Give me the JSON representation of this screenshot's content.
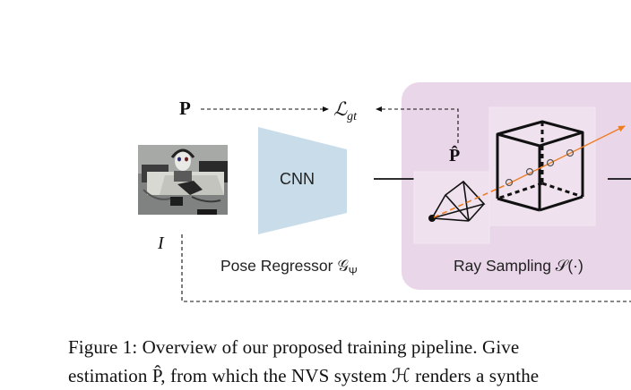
{
  "diagram": {
    "pose_gt_label": "P",
    "loss_label_main": "ℒ",
    "loss_label_sub": "gt",
    "pose_est_label": "P̂",
    "input_image_label": "I",
    "cnn_label": "CNN",
    "pose_regressor_label": "Pose Regressor 𝒢",
    "pose_regressor_sub": "Ψ",
    "ray_sampling_label": "Ray Sampling 𝒮(·)"
  },
  "caption": {
    "line1": "Figure 1:  Overview of our proposed training pipeline.  Give",
    "line2": "estimation P̂, from which the NVS system ℋ renders a synthe"
  },
  "colors": {
    "ray_panel_bg": "#e9d6e8",
    "cnn_fill": "#c9dcea",
    "ray_arrow": "#ee7d24"
  }
}
